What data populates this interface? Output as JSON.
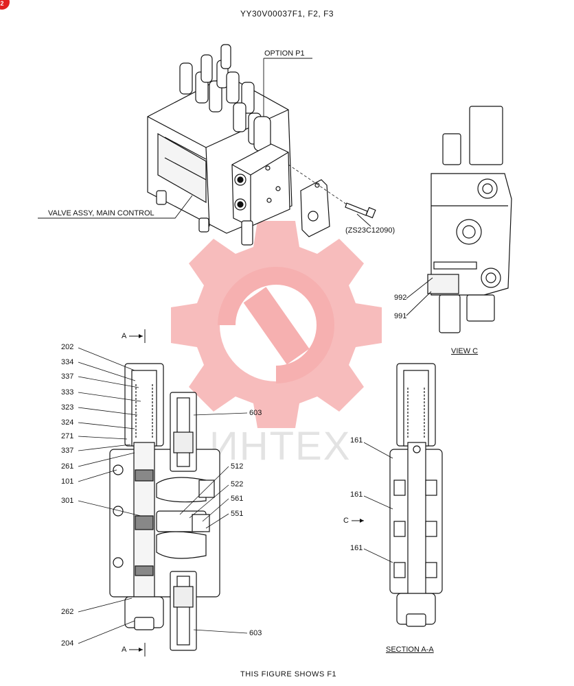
{
  "header": {
    "title": "YY30V00037F1, F2, F3",
    "badge": "2"
  },
  "watermark": {
    "text": "ИНТЕХ",
    "color": "#f6b0b0"
  },
  "accent_color": "#e22222",
  "top_view": {
    "option_label": "OPTION P1",
    "valve_label": "VALVE ASSY, MAIN CONTROL",
    "bolt_part": "(ZS23C12090)"
  },
  "view_c": {
    "title": "VIEW C",
    "labels": [
      "992",
      "991"
    ]
  },
  "left_section": {
    "marker_top": "A",
    "marker_bottom": "A",
    "left_labels": [
      "202",
      "334",
      "337",
      "333",
      "323",
      "324",
      "271",
      "337",
      "261",
      "101",
      "301",
      "262",
      "204"
    ],
    "right_labels": [
      "603",
      "512",
      "522",
      "561",
      "551",
      "603"
    ]
  },
  "section_aa": {
    "title": "SECTION A-A",
    "labels": [
      "161",
      "161",
      "161"
    ],
    "view_marker": "C"
  },
  "footer": {
    "text": "THIS FIGURE SHOWS F1"
  }
}
